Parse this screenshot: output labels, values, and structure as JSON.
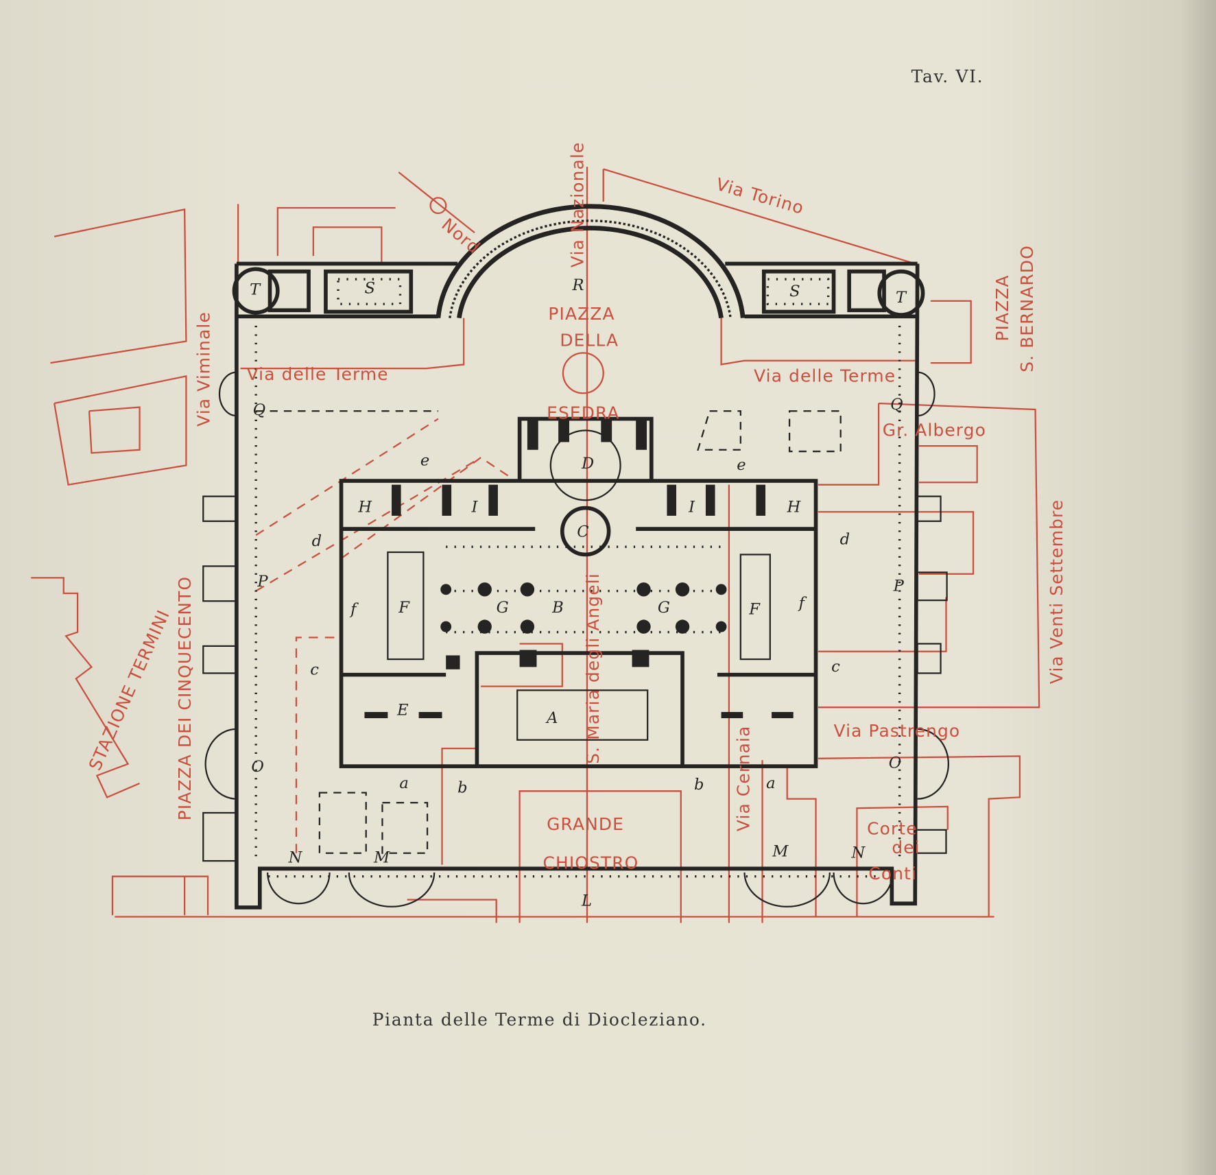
{
  "plate_number": "Tav. VI.",
  "caption": "Pianta delle Terme di Diocleziano.",
  "colors": {
    "paper": "#e6e2d3",
    "modern_streets": "#c9503f",
    "ancient_plan": "#262422"
  },
  "street_labels": {
    "via_torino": "Via Torino",
    "via_nazionale": "Via Nazionale",
    "nord": "Nord",
    "via_viminale": "Via Viminale",
    "piazza_esedra_1": "PIAZZA",
    "piazza_esedra_2": "DELLA",
    "piazza_esedra_3": "ESEDRA",
    "via_terme_left": "Via delle Terme",
    "via_terme_right": "Via delle Terme",
    "piazza_san_bernardo_1": "PIAZZA",
    "piazza_san_bernardo_2": "S. BERNARDO",
    "grand_albergo": "Gr. Albergo",
    "via_venti_settembre": "Via Venti Settembre",
    "stazione_termini": "STAZIONE TERMINI",
    "piazza_cinquecento": "PIAZZA DEI CINQUECENTO",
    "santa_maria": "S. Maria degli Angeli",
    "via_cernaia": "Via Cernaia",
    "via_pastrengo": "Via Pastrengo",
    "grande_chiostro_1": "GRANDE",
    "grande_chiostro_2": "CHIOSTRO",
    "corte_conti_1": "Corte",
    "corte_conti_2": "dei",
    "corte_conti_3": "Conti"
  },
  "plan_letters": [
    "T",
    "S",
    "R",
    "S",
    "T",
    "Q",
    "Q",
    "e",
    "D",
    "e",
    "H",
    "I",
    "C",
    "I",
    "H",
    "d",
    "d",
    "P",
    "P",
    "f",
    "F",
    "G",
    "B",
    "G",
    "F",
    "f",
    "c",
    "c",
    "E",
    "A",
    "a",
    "b",
    "b",
    "a",
    "O",
    "O",
    "N",
    "M",
    "L",
    "M",
    "N"
  ]
}
